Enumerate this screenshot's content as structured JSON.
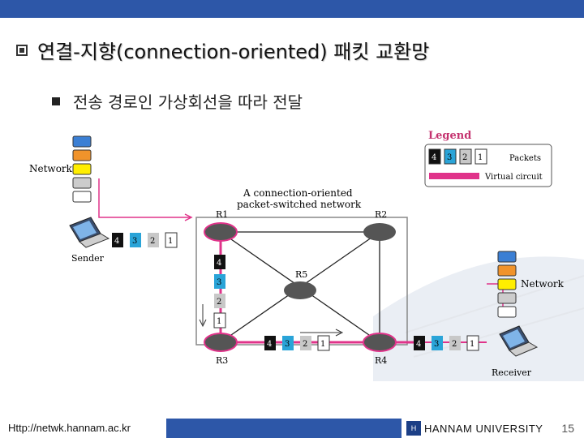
{
  "slide": {
    "title": "연결-지향(connection-oriented) 패킷 교환망",
    "subtitle": "전송 경로인 가상회선을 따라 전달"
  },
  "diagram": {
    "legend_title": "Legend",
    "legend_packets": [
      "4",
      "3",
      "2",
      "1"
    ],
    "legend_packets_label": "Packets",
    "legend_vc_label": "Virtual circuit",
    "network_title": "A connection-oriented packet-switched network",
    "network_title_line1": "A connection-oriented",
    "network_title_line2": "packet-switched network",
    "left_network_label": "Network",
    "right_network_label": "Network",
    "sender_label": "Sender",
    "receiver_label": "Receiver",
    "routers": [
      "R1",
      "R2",
      "R3",
      "R4",
      "R5"
    ],
    "packet_numbers": [
      "4",
      "3",
      "2",
      "1"
    ]
  },
  "footer": {
    "url": "Http://netwk.hannam.ac.kr",
    "university": "HANNAM  UNIVERSITY",
    "page": "15"
  },
  "colors": {
    "bar_blue": "#2d57a8",
    "virtual_circuit": "#e0338a",
    "packet4": "#111111",
    "packet3": "#2aa4d8",
    "packet2": "#c8c8c8",
    "packet1": "#ffffff"
  }
}
